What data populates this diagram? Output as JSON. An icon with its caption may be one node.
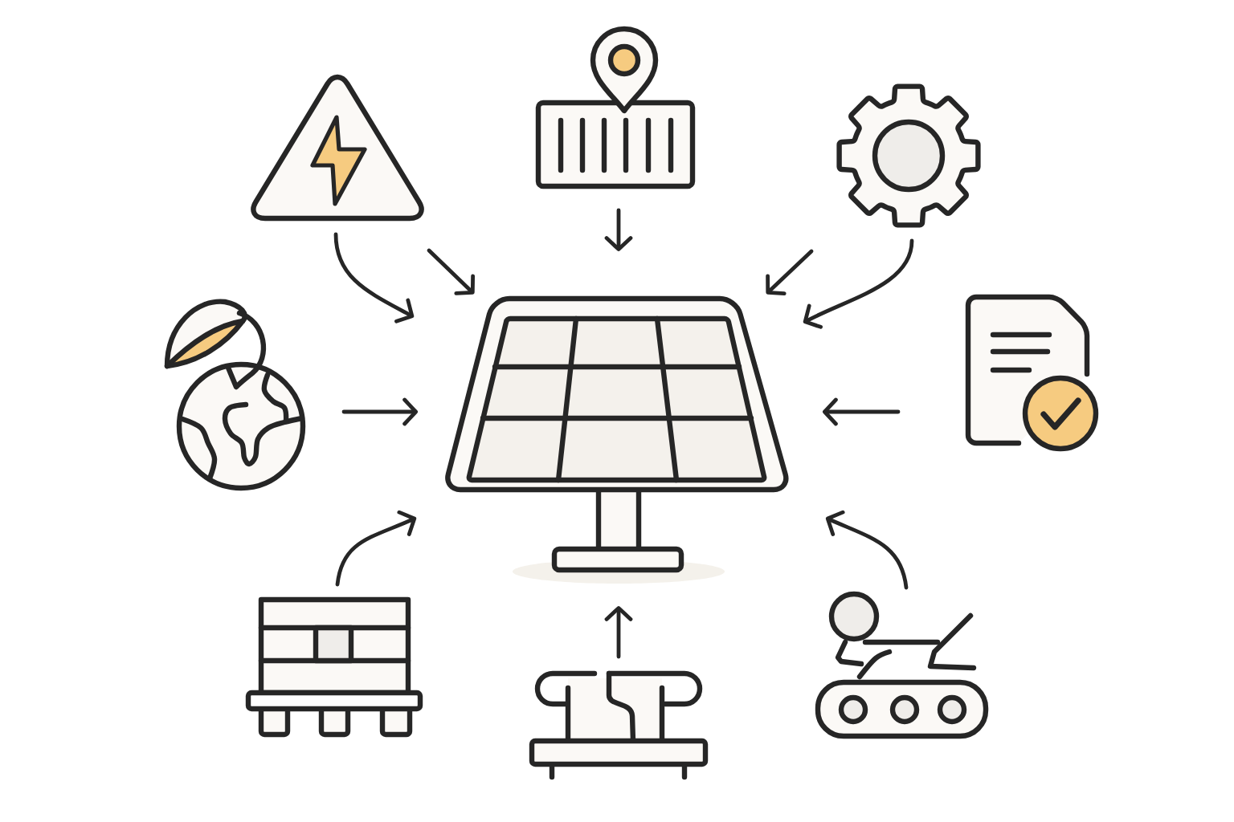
{
  "diagram": {
    "nodes": [
      {
        "text": [],
        "shape": "picture"
      },
      {
        "text": [],
        "shape": "picture"
      },
      {
        "text": [],
        "shape": "picture"
      },
      {
        "text": [],
        "shape": "picture"
      },
      {
        "text": [],
        "shape": "picture"
      },
      {
        "text": [],
        "shape": "picture"
      },
      {
        "text": [],
        "shape": "picture"
      },
      {
        "text": [],
        "shape": "picture"
      },
      {
        "text": [],
        "shape": "picture"
      }
    ],
    "edges": [
      {
        "from": 0,
        "to": 4,
        "arrow": "to"
      },
      {
        "from": 0,
        "to": 4,
        "arrow": "to"
      },
      {
        "from": 1,
        "to": 4,
        "arrow": "to"
      },
      {
        "from": 2,
        "to": 4,
        "arrow": "to"
      },
      {
        "from": 2,
        "to": 4,
        "arrow": "to"
      },
      {
        "from": 3,
        "to": 4,
        "arrow": "to"
      },
      {
        "from": 5,
        "to": 4,
        "arrow": "to"
      },
      {
        "from": 6,
        "to": 4,
        "arrow": "to"
      },
      {
        "from": 7,
        "to": 4,
        "arrow": "to"
      },
      {
        "from": 8,
        "to": 4,
        "arrow": "to"
      }
    ]
  }
}
